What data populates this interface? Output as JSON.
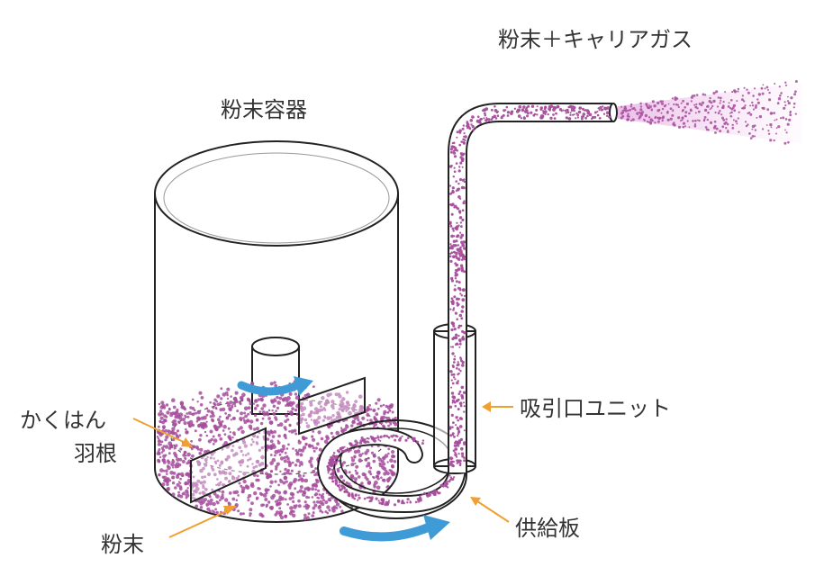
{
  "labels": {
    "output": "粉末＋キャリアガス",
    "container": "粉末容器",
    "blade_line1": "かくはん",
    "blade_line2": "羽根",
    "suction": "吸引口ユニット",
    "supply": "供給板",
    "powder": "粉末"
  },
  "colors": {
    "powder": "#a64d9c",
    "arrow": "#3f9bd6",
    "leader": "#f0a030",
    "outline": "#222222",
    "text": "#333333"
  }
}
